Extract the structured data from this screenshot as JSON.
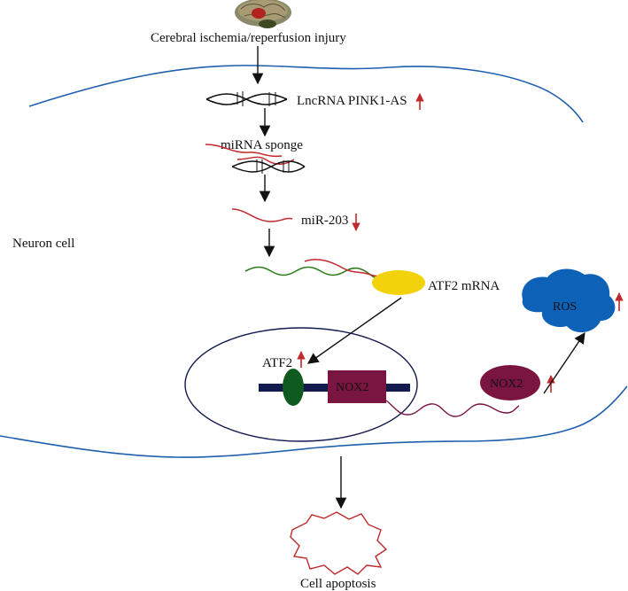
{
  "diagram": {
    "trigger_label": "Cerebral ischemia/reperfusion injury",
    "lncrna_label": "LncRNA PINK1-AS",
    "sponge_label": "miRNA sponge",
    "mirna_label": "miR-203",
    "cell_label": "Neuron cell",
    "mrna_label": "ATF2 mRNA",
    "atf2_label": "ATF2",
    "nox2_gene_label": "NOX2",
    "nox2_protein_label": "NOX2",
    "ros_label": "ROS",
    "outcome_label": "Cell apoptosis",
    "regulation": {
      "lncrna": "up",
      "mirna": "down",
      "atf2": "up",
      "nox2": "up",
      "ros": "up"
    },
    "colors": {
      "membrane": "#1f5fae",
      "rna_red": "#c0282c",
      "mrna_green": "#2f7a1f",
      "ribosome": "#f2d20a",
      "atf2_protein": "#0f5a1e",
      "nox2": "#7a1440",
      "dna_bar": "#131a4e",
      "ros": "#0d62b8",
      "arrow": "#111111",
      "up_down_arrow": "#c0282c"
    },
    "icons": [
      "brain-icon",
      "dna-helix-icon",
      "ribosome-icon",
      "apoptotic-cell-icon"
    ]
  }
}
